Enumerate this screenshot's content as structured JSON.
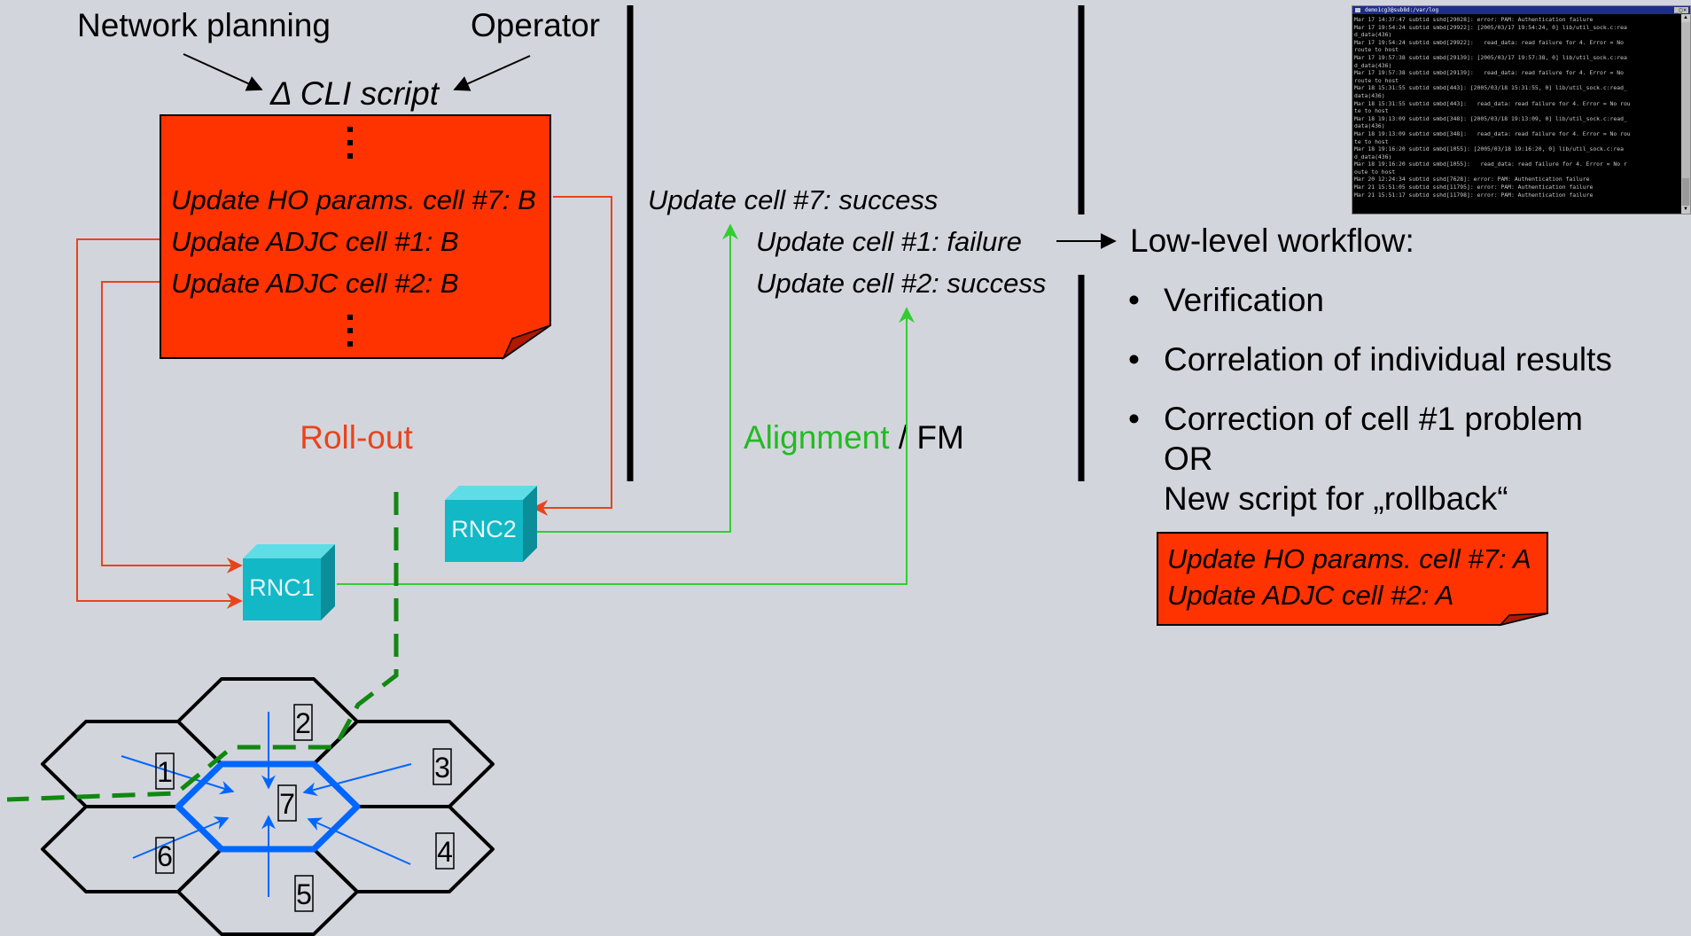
{
  "top_labels": {
    "network_planning": "Network planning",
    "operator": "Operator"
  },
  "script_title": "Δ CLI script",
  "script_note": {
    "line1": "Update HO params. cell #7: B",
    "line2": "Update ADJC cell #1: B",
    "line3": "Update ADJC cell #2: B"
  },
  "rollout_label": "Roll-out",
  "alignment": {
    "green": "Alignment",
    "rest": " / FM"
  },
  "results": {
    "line1": "Update cell #7: success",
    "line2": "Update cell #1: failure",
    "line3": "Update cell #2: success"
  },
  "workflow": {
    "title": "Low-level workflow:",
    "bullet": "•",
    "b1": "Verification",
    "b2": "Correlation of individual results",
    "b3_line1": "Correction of cell #1 problem",
    "b3_line2": "OR",
    "b3_line3": "New script for „rollback“"
  },
  "rollback_note": {
    "line1": "Update HO params. cell #7: A",
    "line2": "Update ADJC cell #2: A"
  },
  "rnc": {
    "rnc1": "RNC1",
    "rnc2": "RNC2"
  },
  "cells": {
    "c1": "1",
    "c2": "2",
    "c3": "3",
    "c4": "4",
    "c5": "5",
    "c6": "6",
    "c7": "7"
  },
  "terminal": {
    "title": "demo1cg3@sub8d:/var/log",
    "lines": [
      "Mar 17 14:37:47 subtid sshd[29028]: error: PAM: Authentication failure",
      "Mar 17 19:54:24 subtid smbd[29922]: [2005/03/17 19:54:24, 0] lib/util_sock.c:rea",
      "d_data(436)",
      "Mar 17 19:54:24 subtid smbd[29922]:   read_data: read failure for 4. Error = No",
      "route to host",
      "Mar 17 19:57:38 subtid smbd[29139]: [2005/03/17 19:57:38, 0] lib/util_sock.c:rea",
      "d_data(436)",
      "Mar 17 19:57:38 subtid smbd[29139]:   read_data: read failure for 4. Error = No",
      "route to host",
      "Mar 18 15:31:55 subtid smbd[443]: [2005/03/18 15:31:55, 0] lib/util_sock.c:read_",
      "data(436)",
      "Mar 18 15:31:55 subtid smbd[443]:   read_data: read failure for 4. Error = No rou",
      "te to host",
      "Mar 18 19:13:09 subtid smbd[348]: [2005/03/18 19:13:09, 0] lib/util_sock.c:read_",
      "data(436)",
      "Mar 18 19:13:09 subtid smbd[348]:   read_data: read failure for 4. Error = No rou",
      "te to host",
      "Mar 18 19:16:20 subtid smbd[1055]: [2005/03/18 19:16:20, 0] lib/util_sock.c:rea",
      "d_data(436)",
      "Mar 18 19:16:20 subtid smbd[1055]:   read_data: read failure for 4. Error = No r",
      "oute to host",
      "Mar 20 12:24:34 subtid sshd[7628]: error: PAM: Authentication failure",
      "Mar 21 15:51:05 subtid sshd[11795]: error: PAM: Authentication failure",
      "Mar 21 15:51:17 subtid sshd[11798]: error: PAM: Authentication failure"
    ]
  },
  "colors": {
    "background": "#d3d5dc",
    "note_red": "#ff3300",
    "line_red": "#e8441c",
    "line_green": "#33cc33",
    "green_text": "#22bb22",
    "dash_green": "#118811",
    "cell_blue": "#0066ff",
    "rnc_cyan": "#12b8c6"
  }
}
